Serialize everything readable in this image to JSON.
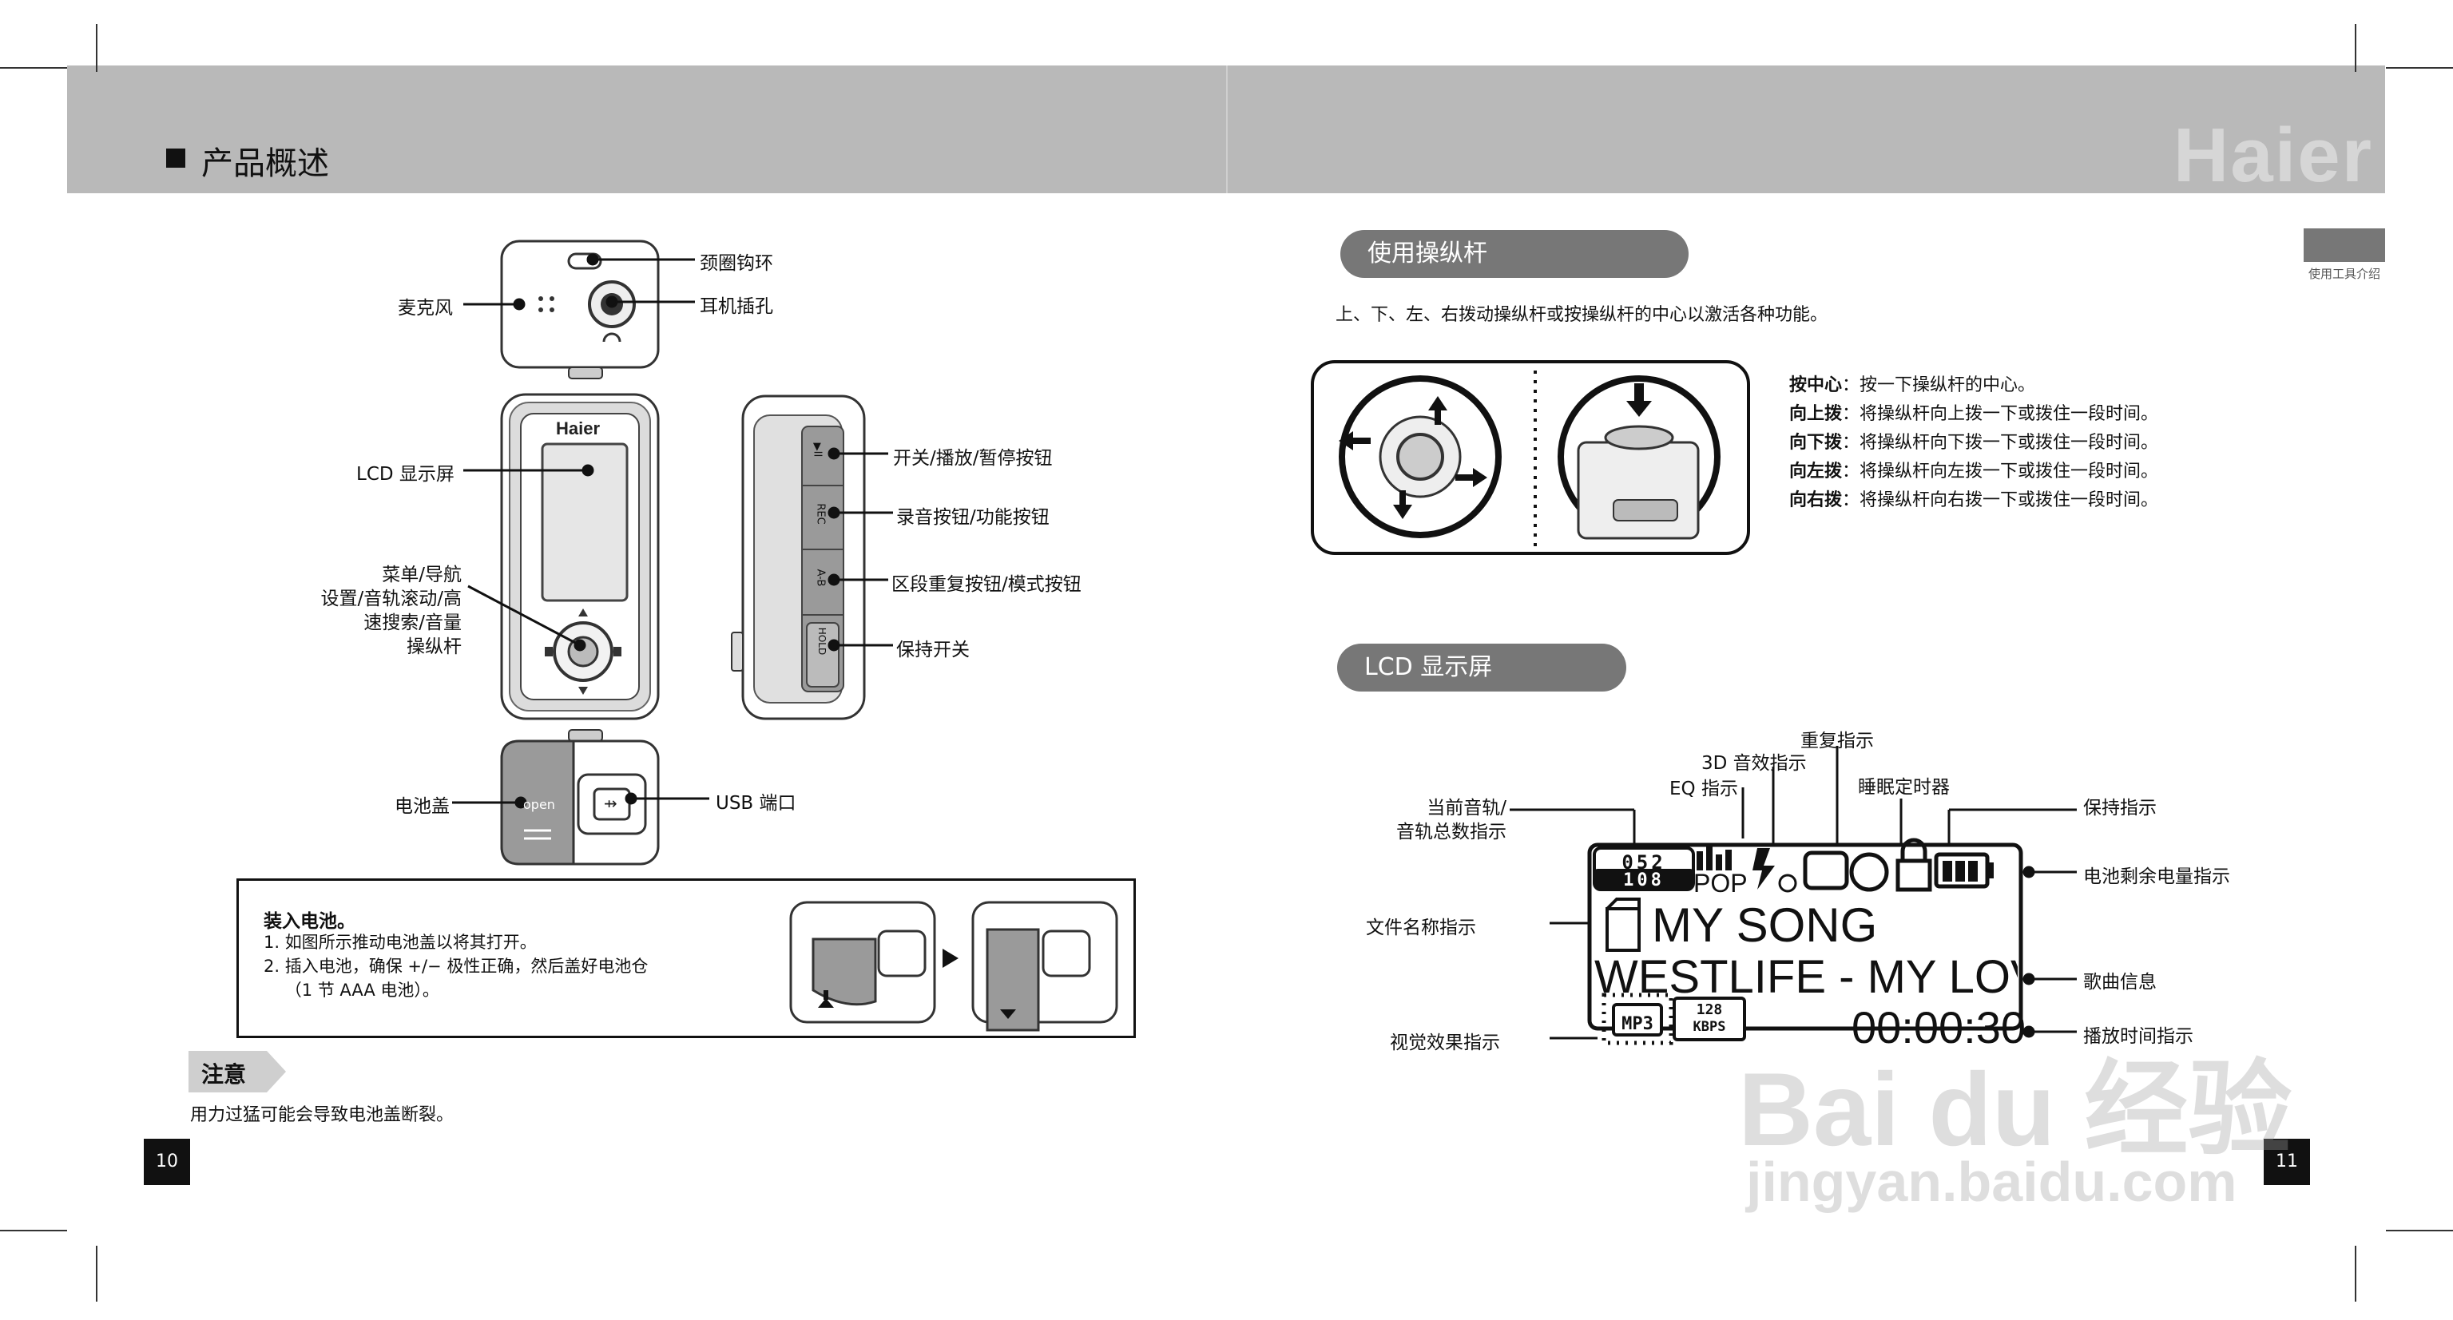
{
  "header": {
    "section_title": "产品概述",
    "brand": "Haier"
  },
  "side_tab": {
    "text": "使用工具介绍"
  },
  "left_page": {
    "page_number": "10",
    "device_labels": {
      "neck_loop": "颈圈钩环",
      "earphone_jack": "耳机插孔",
      "microphone": "麦克风",
      "lcd_screen": "LCD 显示屏",
      "joystick_lines": [
        "菜单/导航",
        "设置/音轨滚动/高",
        "速搜索/音量",
        "操纵杆"
      ],
      "power_play_pause": "开关/播放/暂停按钮",
      "record_function": "录音按钮/功能按钮",
      "ab_repeat_mode": "区段重复按钮/模式按钮",
      "hold_switch": "保持开关",
      "battery_cover": "电池盖",
      "usb_port": "USB 端口"
    },
    "device_marks": {
      "brand": "Haier",
      "btn_play": "▶II",
      "btn_rec": "REC",
      "btn_ab": "A-B",
      "btn_hold": "HOLD",
      "open": "open"
    },
    "battery_box": {
      "title": "装入电池。",
      "steps": [
        "1.  如图所示推动电池盖以将其打开。",
        "2.  插入电池，确保 +/− 极性正确，然后盖好电池仓",
        "    （1 节 AAA 电池）。"
      ]
    },
    "note": {
      "tag": "注意",
      "text": "用力过猛可能会导致电池盖断裂。"
    }
  },
  "right_page": {
    "page_number": "11",
    "joystick_section": {
      "title": "使用操纵杆",
      "intro": "上、下、左、右拨动操纵杆或按操纵杆的中心以激活各种功能。",
      "rows": [
        {
          "key": "按中心",
          "text": "：按一下操纵杆的中心。"
        },
        {
          "key": "向上拨",
          "text": "：将操纵杆向上拨一下或拨住一段时间。"
        },
        {
          "key": "向下拨",
          "text": "：将操纵杆向下拨一下或拨住一段时间。"
        },
        {
          "key": "向左拨",
          "text": "：将操纵杆向左拨一下或拨住一段时间。"
        },
        {
          "key": "向右拨",
          "text": "：将操纵杆向右拨一下或拨住一段时间。"
        }
      ]
    },
    "lcd_section": {
      "title": "LCD 显示屏",
      "labels": {
        "repeat": "重复指示",
        "effect_3d": "3D 音效指示",
        "eq": "EQ 指示",
        "sleep_timer": "睡眠定时器",
        "hold": "保持指示",
        "track_lines": [
          "当前音轨/",
          "音轨总数指示"
        ],
        "battery": "电池剩余电量指示",
        "folder": "文件名称指示",
        "song_info": "歌曲信息",
        "visual_effect": "视觉效果指示",
        "play_time": "播放时间指示"
      },
      "screen": {
        "track_current": "052",
        "track_total": "108",
        "eq_mode": "POP",
        "folder_name": "MY SONG",
        "song": "WESTLIFE - MY LOVE",
        "format": "MP3",
        "bitrate_top": "128",
        "bitrate_bottom": "KBPS",
        "time": "00:00:30"
      }
    }
  },
  "watermark": {
    "logo": "Bai du 经验",
    "url": "jingyan.baidu.com"
  }
}
